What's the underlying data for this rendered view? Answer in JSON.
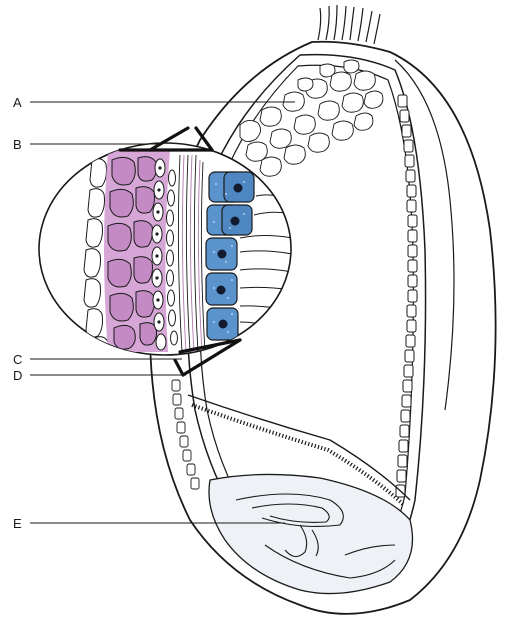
{
  "labels": {
    "a": "A",
    "b": "B",
    "c": "C",
    "d": "D",
    "e": "E"
  },
  "colors": {
    "outline": "#1a1a1a",
    "pericarp_cells": "#c98fc9",
    "pericarp_cell_fill": "#b37ab3",
    "aleurone_cells": "#5a8fc8",
    "aleurone_nucleus": "#1b2a4a",
    "background": "#ffffff"
  }
}
